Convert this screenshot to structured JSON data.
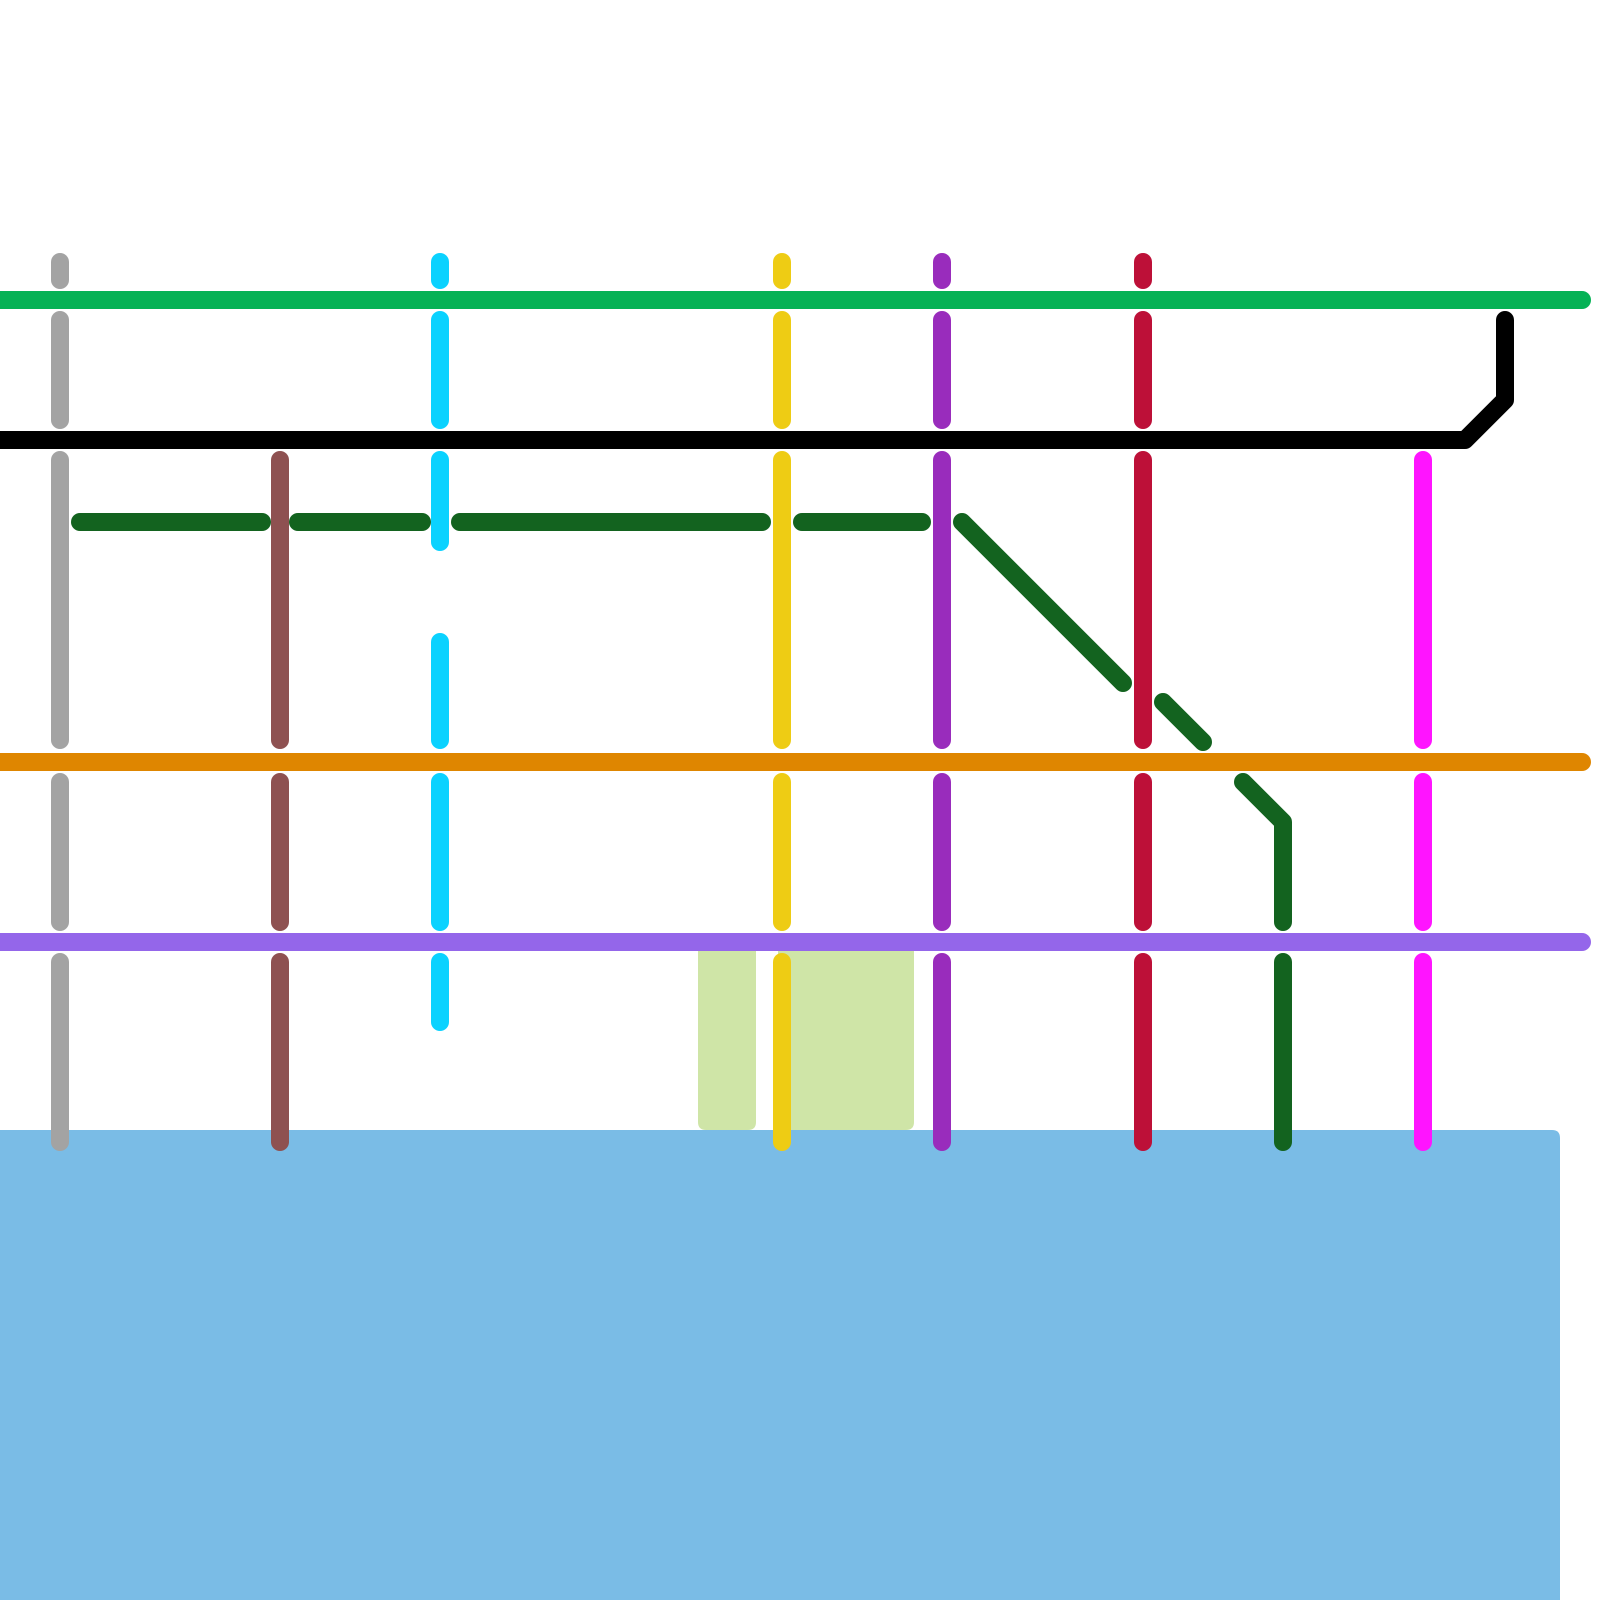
{
  "map": {
    "background": "#ffffff",
    "water_color": "#7abce6",
    "park_color": "#cfe5a7",
    "lines": [
      {
        "id": "green-line",
        "color": "#05b255"
      },
      {
        "id": "black-line",
        "color": "#000000"
      },
      {
        "id": "orange-line",
        "color": "#df8600"
      },
      {
        "id": "lavender-line",
        "color": "#9466ea"
      },
      {
        "id": "gray-line",
        "color": "#a3a3a3"
      },
      {
        "id": "brown-line",
        "color": "#8e5151"
      },
      {
        "id": "cyan-line",
        "color": "#0ad2ff"
      },
      {
        "id": "yellow-line",
        "color": "#eecc14"
      },
      {
        "id": "purple-line",
        "color": "#992cbc"
      },
      {
        "id": "crimson-line",
        "color": "#bd1038"
      },
      {
        "id": "magenta-line",
        "color": "#ff14ff"
      },
      {
        "id": "dark-green-line",
        "color": "#13631f"
      }
    ]
  }
}
